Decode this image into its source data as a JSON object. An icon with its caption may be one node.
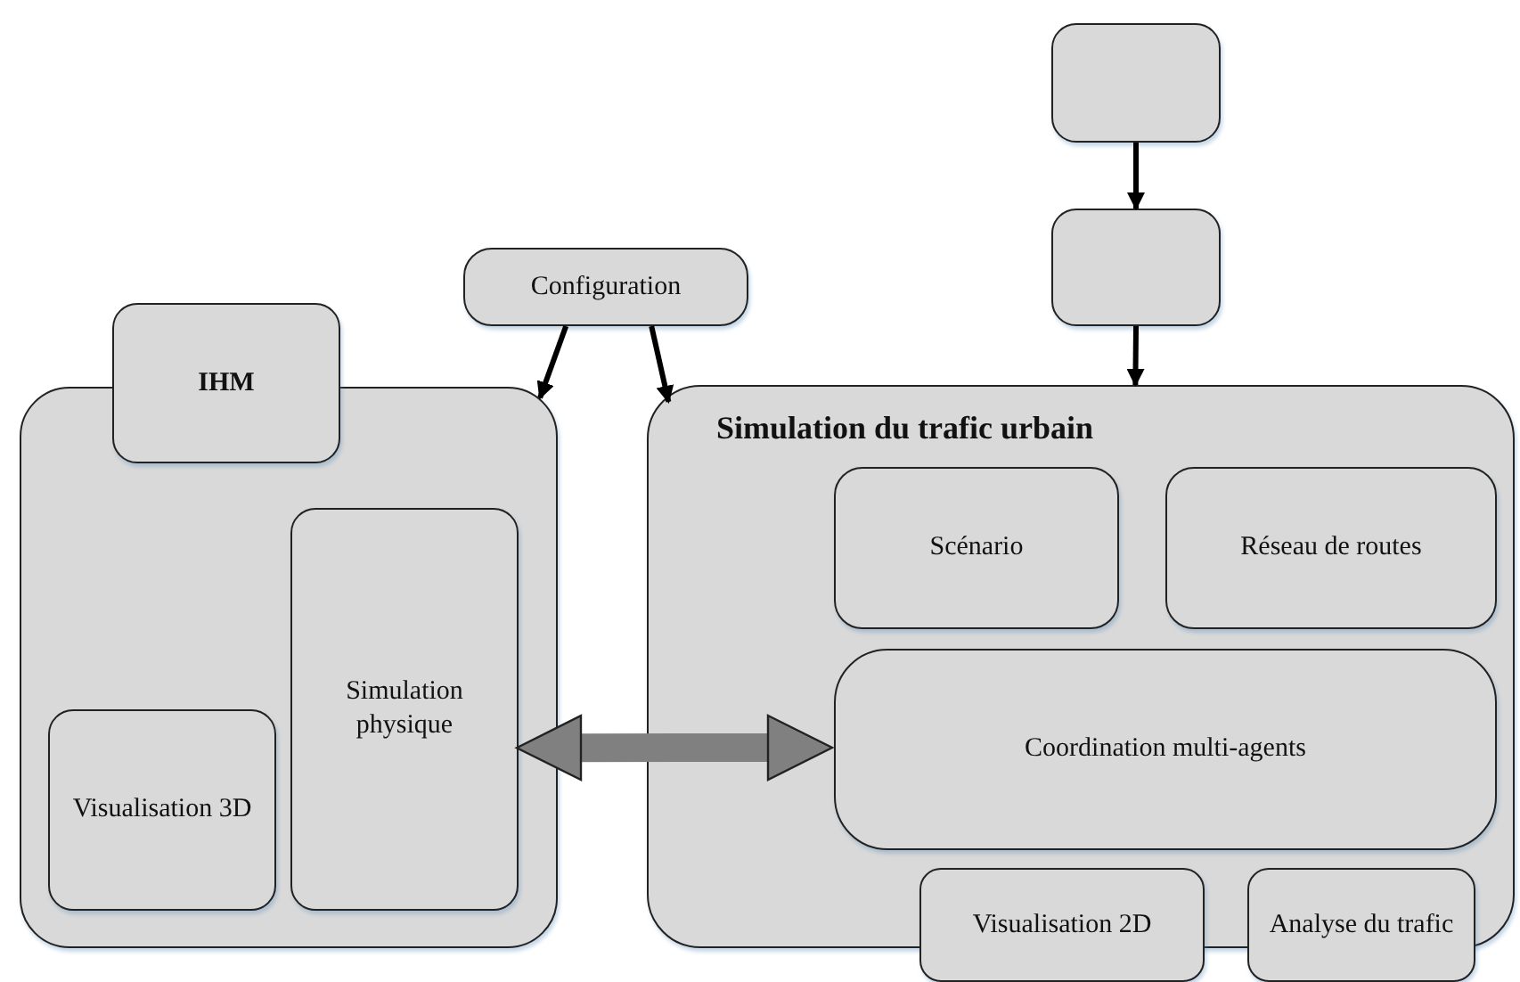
{
  "diagram": {
    "nodes": [
      {
        "text": [],
        "shape": "box"
      },
      {
        "text": [],
        "shape": "box"
      },
      {
        "text": [
          "Configuration"
        ]
      },
      {
        "text": [],
        "shape": "box"
      },
      {
        "text": [
          "IHM"
        ]
      },
      {
        "text": [
          "Visualisation 3D"
        ],
        "in": 3
      },
      {
        "text": [
          "Simulation physique"
        ],
        "in": 3
      },
      {
        "text": [
          "Simulation du trafic urbain"
        ]
      },
      {
        "text": [
          "Scénario"
        ],
        "in": 7
      },
      {
        "text": [
          "Réseau de routes"
        ],
        "in": 7
      },
      {
        "text": [
          "Coordination multi-agents"
        ],
        "in": 7
      },
      {
        "text": [
          "Visualisation 2D"
        ]
      },
      {
        "text": [
          "Analyse du trafic"
        ]
      }
    ],
    "edges": [
      {
        "from": 0,
        "to": 1,
        "arrow": "to"
      },
      {
        "from": 1,
        "to": 7,
        "arrow": "to"
      },
      {
        "from": 2,
        "to": 3,
        "arrow": "to"
      },
      {
        "from": 2,
        "to": 7,
        "arrow": "to"
      },
      {
        "from": 6,
        "to": 10,
        "arrow": "both",
        "style": "thick",
        "color": "#808080"
      }
    ]
  }
}
